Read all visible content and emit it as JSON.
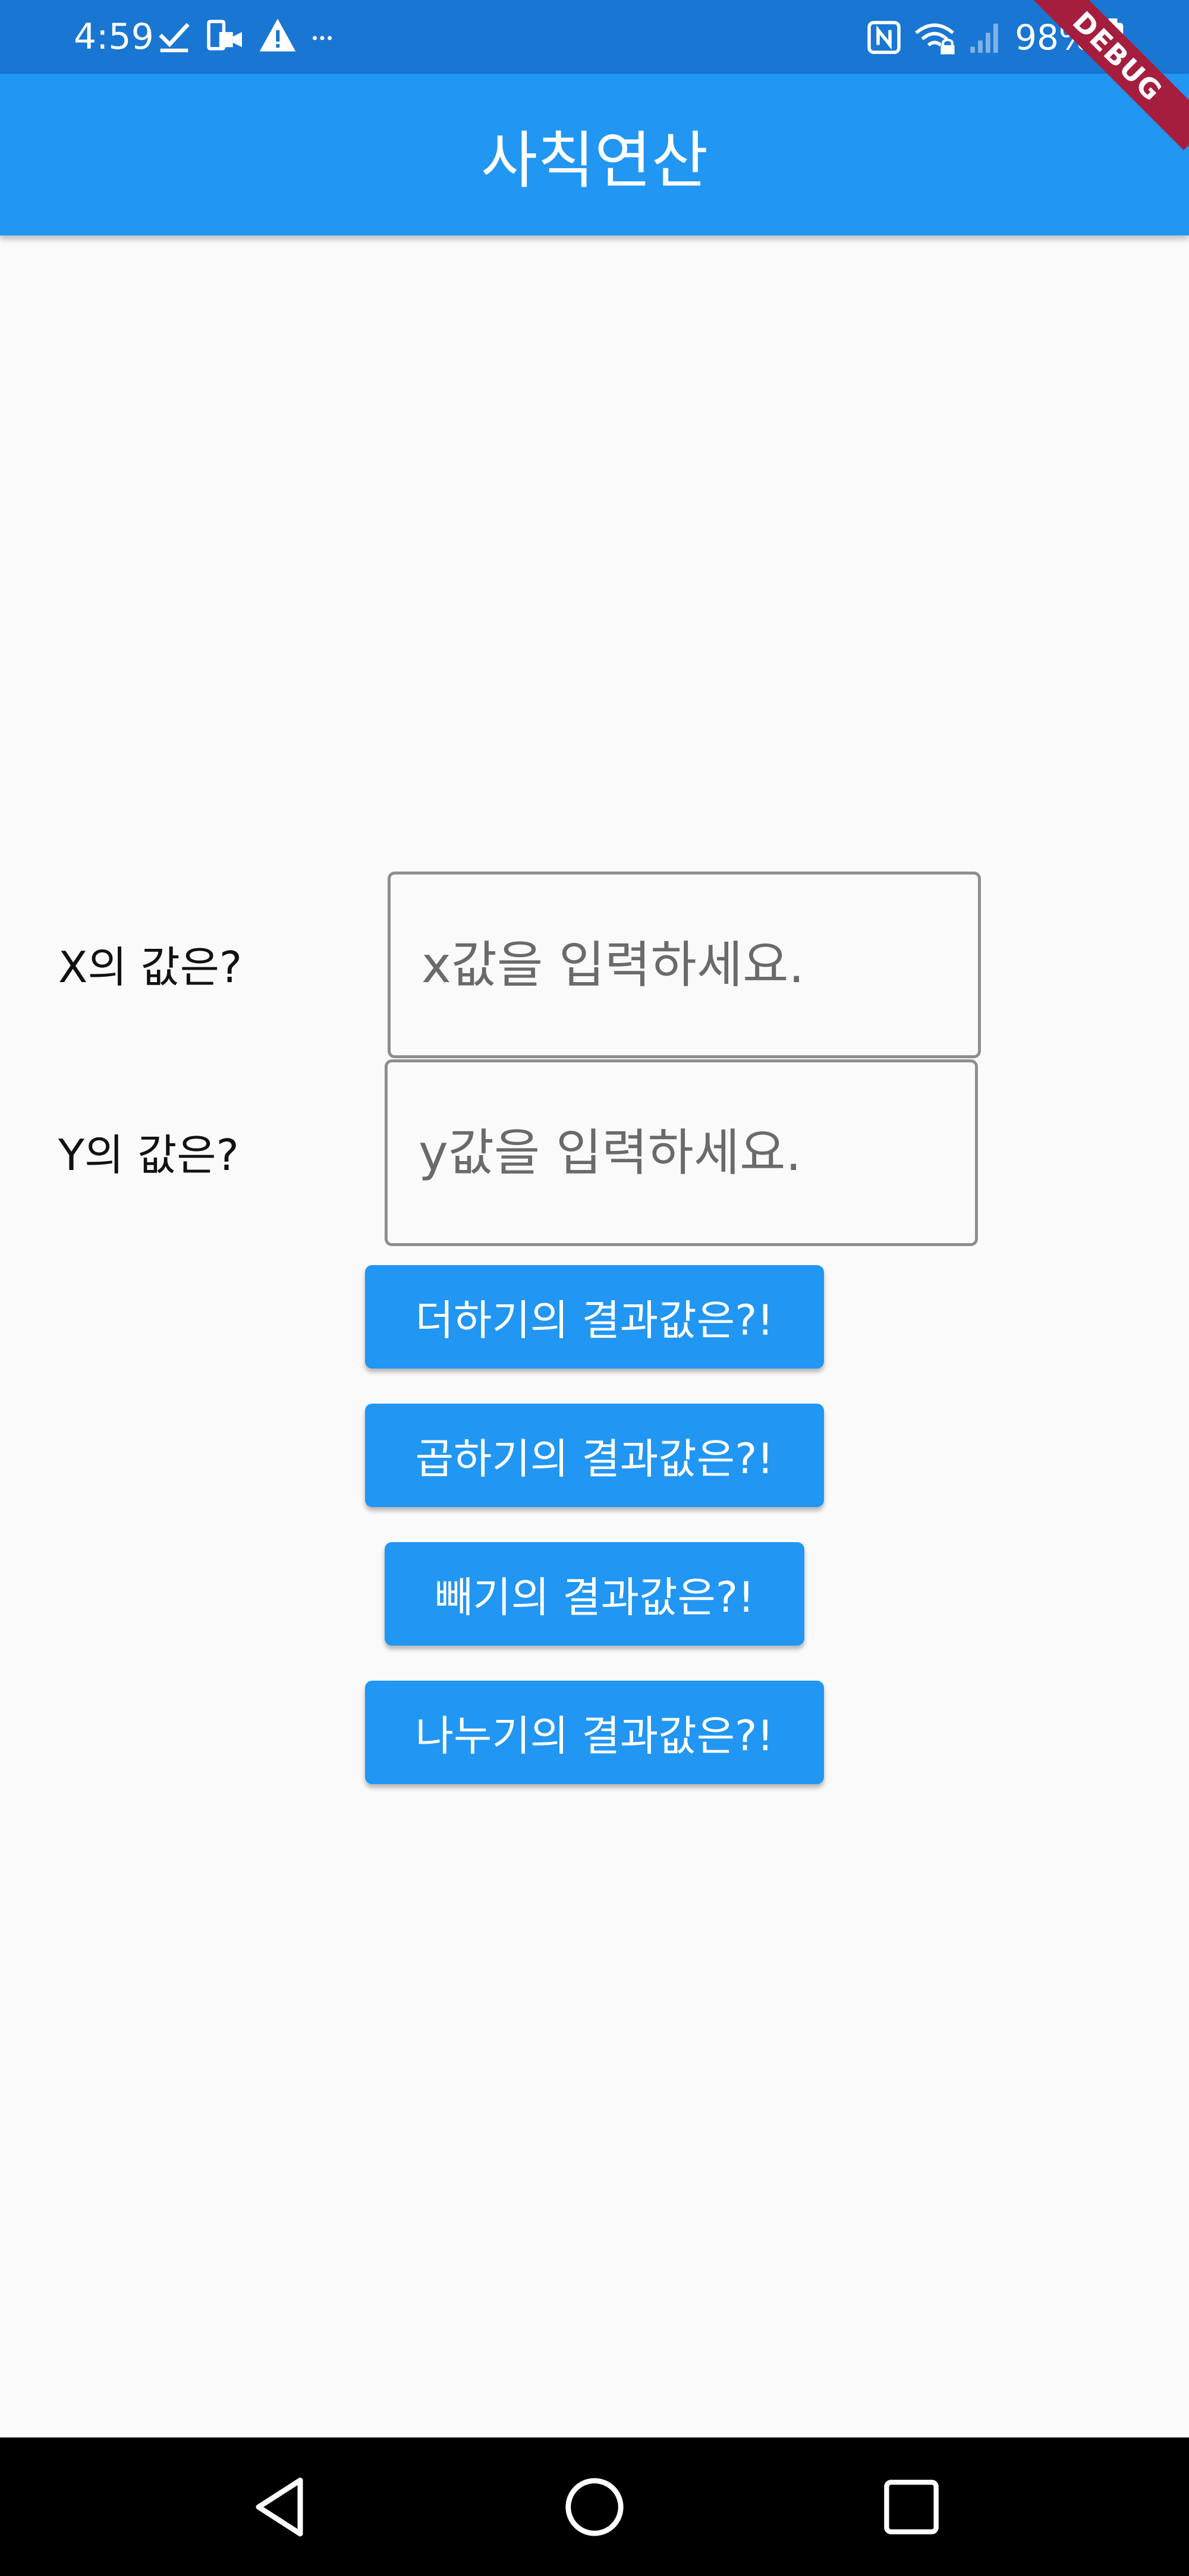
{
  "status_bar": {
    "time": "4:59",
    "battery": "98%",
    "icons": [
      "check-icon",
      "video-call-icon",
      "warning-icon",
      "more-dots-icon",
      "nfc-icon",
      "wifi-lock-icon",
      "signal-icon",
      "battery-charging-icon"
    ],
    "debug_label": "DEBUG",
    "background": "#1976d2"
  },
  "app_bar": {
    "title": "사칙연산",
    "color": "#2196f3"
  },
  "form": {
    "x_label": "X의 값은?",
    "x_placeholder": "x값을 입력하세요.",
    "x_value": "",
    "y_label": "Y의 값은?",
    "y_placeholder": "y값을 입력하세요.",
    "y_value": ""
  },
  "buttons": {
    "add": "더하기의 결과값은?!",
    "multiply": "곱하기의 결과값은?!",
    "subtract": "빼기의 결과값은?!",
    "divide": "나누기의 결과값은?!"
  },
  "nav_bar": {
    "icons": [
      "back-icon",
      "home-icon",
      "recents-icon"
    ]
  }
}
